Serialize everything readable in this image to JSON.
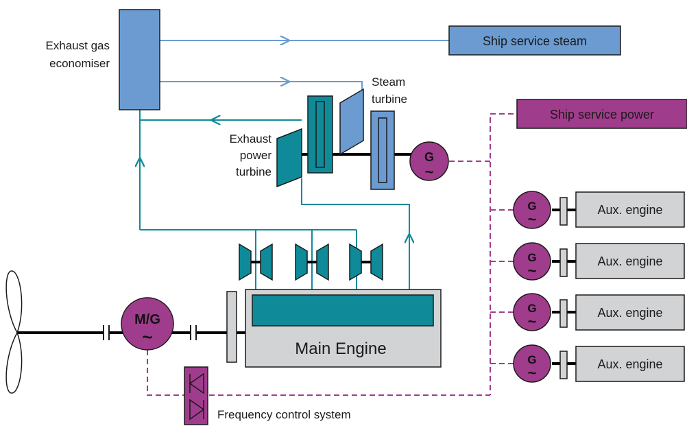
{
  "labels": {
    "economiser": [
      "Exhaust gas",
      "economiser"
    ],
    "ship_service_steam": "Ship service steam",
    "ship_service_power": "Ship service power",
    "steam_turbine": [
      "Steam",
      "turbine"
    ],
    "exhaust_power_turbine": [
      "Exhaust",
      "power",
      "turbine"
    ],
    "main_engine": "Main Engine",
    "aux_engines": [
      "Aux. engine",
      "Aux. engine",
      "Aux. engine",
      "Aux. engine"
    ],
    "frequency_control": "Frequency control system",
    "motor_generator": "M/G",
    "generator": "G",
    "wave": "~"
  },
  "colors": {
    "teal": "#0F8A99",
    "teal_dark": "#0b5f6a",
    "steel_blue": "#6b9bd1",
    "purple": "#A03C8C",
    "grey_fill": "#d1d3d4",
    "shaft": "#000000"
  }
}
